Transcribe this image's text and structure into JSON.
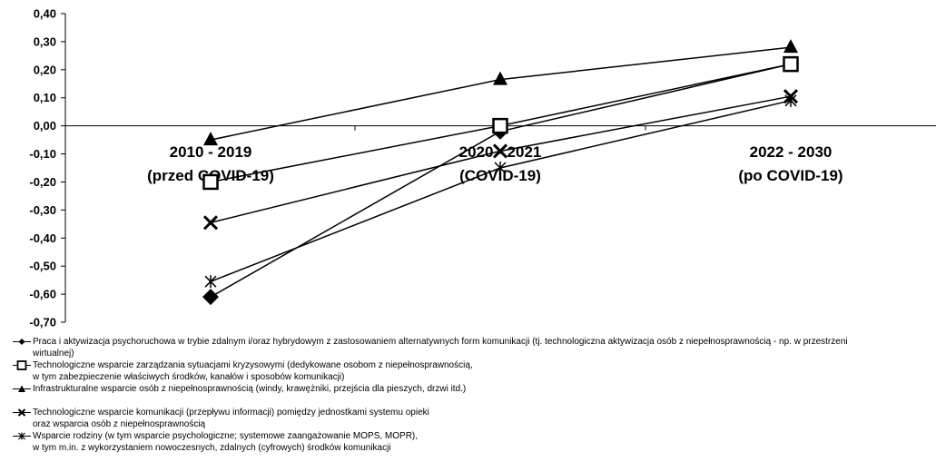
{
  "chart_data": {
    "type": "line",
    "categories": [
      [
        "2010 - 2019",
        "(przed COVID-19)"
      ],
      [
        "2020 - 2021",
        "(COVID-19)"
      ],
      [
        "2022 - 2030",
        "(po COVID-19)"
      ]
    ],
    "y_ticks": [
      "0,40",
      "0,30",
      "0,20",
      "0,10",
      "0,00",
      "-0,10",
      "-0,20",
      "-0,30",
      "-0,40",
      "-0,50",
      "-0,60",
      "-0,70"
    ],
    "ylim": [
      -0.7,
      0.4
    ],
    "series": [
      {
        "name": "Praca i aktywizacja psychoruchowa w trybie zdalnym i/oraz hybrydowym z zastosowaniem alternatywnych form komunikacji (tj. technologiczna aktywizacja osób z niepełnosprawnością - np. w przestrzeni wirtualnej)",
        "legend_lines": [
          "Praca i aktywizacja psychoruchowa w trybie zdalnym i/oraz hybrydowym z zastosowaniem alternatywnych form komunikacji (tj. technologiczna aktywizacja osób z niepełnosprawnością - np. w przestrzeni",
          "wirtualnej)"
        ],
        "marker": "diamond",
        "values": [
          -0.61,
          -0.02,
          0.22
        ]
      },
      {
        "name": "Technologiczne wsparcie zarządzania sytuacjami kryzysowymi (dedykowane osobom z niepełnosprawnością, w tym zabezpieczenie właściwych środków, kanałów i sposobów komunikacji)",
        "legend_lines": [
          "Technologiczne wsparcie zarządzania sytuacjami kryzysowymi (dedykowane osobom z niepełnosprawnością,",
          "w tym zabezpieczenie właściwych środków, kanałów i sposobów komunikacji)"
        ],
        "marker": "square",
        "values": [
          -0.2,
          0.0,
          0.22
        ]
      },
      {
        "name": "Infrastrukturalne wsparcie osób z niepełnosprawnością (windy, krawężniki, przejścia dla pieszych, drzwi itd.)",
        "legend_lines": [
          "Infrastrukturalne wsparcie osób z niepełnosprawnością (windy, krawężniki, przejścia dla pieszych, drzwi itd.)"
        ],
        "marker": "triangle",
        "values": [
          -0.05,
          0.165,
          0.28
        ]
      },
      {
        "name": "Technologiczne wsparcie komunikacji (przepływu informacji) pomiędzy jednostkami systemu opieki oraz wsparcia osób z niepełnosprawnością",
        "legend_lines": [
          "Technologiczne wsparcie komunikacji (przepływu informacji) pomiędzy jednostkami systemu opieki",
          "oraz wsparcia osób z niepełnosprawnością"
        ],
        "marker": "x",
        "values": [
          -0.345,
          -0.09,
          0.105
        ]
      },
      {
        "name": "Wsparcie rodziny (w tym wsparcie psychologiczne; systemowe zaangażowanie MOPS, MOPR), w tym m.in. z wykorzystaniem nowoczesnych, zdalnych (cyfrowych) środków komunikacji",
        "legend_lines": [
          "Wsparcie rodziny (w tym wsparcie psychologiczne; systemowe zaangażowanie MOPS, MOPR),",
          "w tym m.in. z wykorzystaniem nowoczesnych, zdalnych (cyfrowych) środków komunikacji"
        ],
        "marker": "asterisk",
        "values": [
          -0.555,
          -0.15,
          0.09
        ]
      }
    ],
    "title": "",
    "xlabel": "",
    "ylabel": "",
    "grid": false,
    "legend_position": "bottom"
  }
}
